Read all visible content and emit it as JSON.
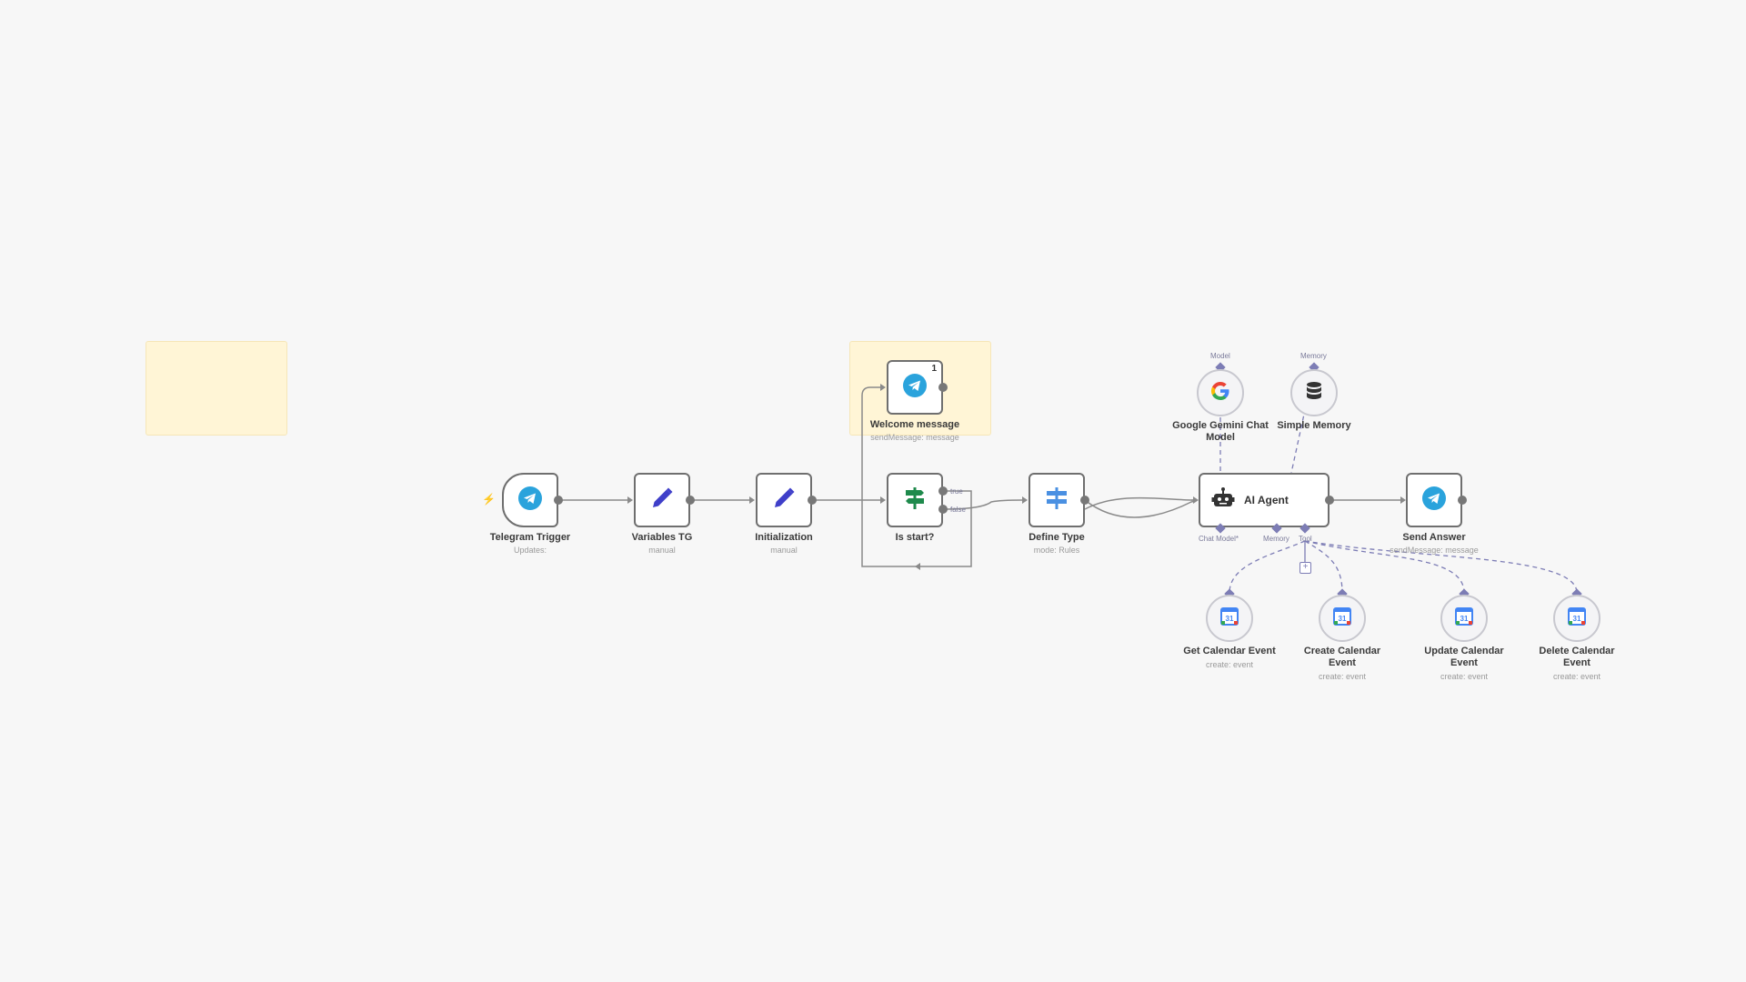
{
  "colors": {
    "canvas_bg": "#f7f7f7",
    "sticky_bg": "#fff5d6",
    "telegram_blue": "#2aa3dc",
    "pencil_blue": "#3f3fc9",
    "if_green": "#1f8a4c",
    "switch_blue": "#4a90e2",
    "ai_port_purple": "#7d7db5",
    "trigger_bolt": "#ff6d5a"
  },
  "nodes": {
    "telegram_trigger": {
      "title": "Telegram Trigger",
      "subtitle": "Updates:",
      "icon": "telegram-icon"
    },
    "variables_tg": {
      "title": "Variables TG",
      "subtitle": "manual",
      "icon": "pencil-icon"
    },
    "initialization": {
      "title": "Initialization",
      "subtitle": "manual",
      "icon": "pencil-icon"
    },
    "welcome_message": {
      "title": "Welcome message",
      "subtitle": "sendMessage: message",
      "icon": "telegram-icon",
      "badge": "1"
    },
    "is_start": {
      "title": "Is start?",
      "icon": "if-signpost-icon",
      "outputs": [
        "true",
        "false"
      ]
    },
    "define_type": {
      "title": "Define Type",
      "subtitle": "mode: Rules",
      "icon": "switch-icon"
    },
    "ai_agent": {
      "title": "AI Agent",
      "icon": "robot-icon",
      "ports": [
        "Chat Model*",
        "Memory",
        "Tool"
      ]
    },
    "send_answer": {
      "title": "Send Answer",
      "subtitle": "sendMessage: message",
      "icon": "telegram-icon"
    },
    "gemini": {
      "title": "Google Gemini Chat Model",
      "port_label": "Model",
      "icon": "google-icon"
    },
    "memory": {
      "title": "Simple Memory",
      "port_label": "Memory",
      "icon": "database-icon"
    },
    "get_event": {
      "title": "Get Calendar Event",
      "subtitle": "create: event",
      "icon": "google-calendar-icon"
    },
    "create_event": {
      "title": "Create Calendar Event",
      "subtitle": "create: event",
      "icon": "google-calendar-icon"
    },
    "update_event": {
      "title": "Update Calendar Event",
      "subtitle": "create: event",
      "icon": "google-calendar-icon"
    },
    "delete_event": {
      "title": "Delete Calendar Event",
      "subtitle": "create: event",
      "icon": "google-calendar-icon"
    }
  },
  "calendar_day": "31",
  "plus_symbol": "+",
  "bolt_symbol": "⚡"
}
